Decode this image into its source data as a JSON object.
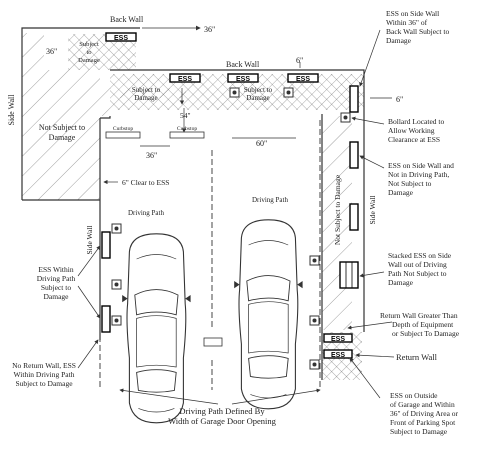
{
  "colors": {
    "line": "#333333",
    "hatch": "#555555",
    "text": "#222222"
  },
  "labels": {
    "back_wall_top": "Back Wall",
    "back_wall_mid": "Back Wall",
    "side_wall_left": "Side Wall",
    "side_wall_inner": "Side Wall",
    "not_subject_left": [
      "Not Subject to",
      "Damage"
    ],
    "subject_corner": [
      "Subject",
      "to",
      "Damage"
    ],
    "subject_mid1": [
      "Subject to",
      "Damage"
    ],
    "subject_mid2": [
      "Subject to",
      "Damage"
    ],
    "not_subject_right": "Not Subject to Damage",
    "driving_path_left": "Driving Path",
    "driving_path_right": "Driving Path",
    "curbstop": "Curbstop",
    "ess": "ESS",
    "return_wall": "Return Wall"
  },
  "dimensions": {
    "top_36": "36\"",
    "left_36": "36\"",
    "six_top": "6\"",
    "six_right": "6\"",
    "fifty_four": "54\"",
    "sixty": "60\"",
    "mid_36": "36\"",
    "six_clear": "6\" Clear to ESS"
  },
  "notes": {
    "n1": [
      "ESS on Side Wall",
      "Within 36\" of",
      "Back Wall Subject to",
      "Damage"
    ],
    "n2": [
      "Bollard Located to",
      "Allow Working",
      "Clearance at ESS"
    ],
    "n3": [
      "ESS on Side Wall and",
      "Not in Driving Path,",
      "Not Subject to",
      "Damage"
    ],
    "n4": [
      "Stacked ESS on Side",
      "Wall out of Driving",
      "Path Not Subject to",
      "Damage"
    ],
    "n5": [
      "Return Wall Greater Than",
      "Depth of Equipment",
      "or Subject To Damage"
    ],
    "n6": [
      "ESS on Outside",
      "of Garage and Within",
      "36\" of Driving Area or",
      "Front of Parking Spot",
      "Subject to Damage"
    ],
    "n7": [
      "ESS Within",
      "Driving Path",
      "Subject to",
      "Damage"
    ],
    "n8": [
      "No Return Wall, ESS",
      "Within Driving Path",
      "Subject to Damage"
    ],
    "n9": [
      "Driving Path Defined By",
      "Width of Garage Door Opening"
    ]
  }
}
